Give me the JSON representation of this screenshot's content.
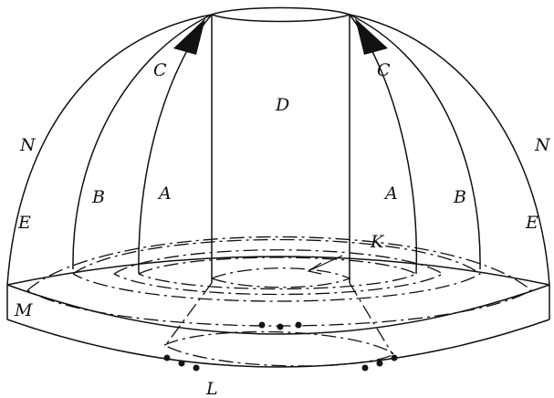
{
  "labels": {
    "C": "C",
    "D": "D",
    "N": "N",
    "A": "A",
    "B": "B",
    "E": "E",
    "K": "K",
    "M": "M",
    "L": "L"
  }
}
